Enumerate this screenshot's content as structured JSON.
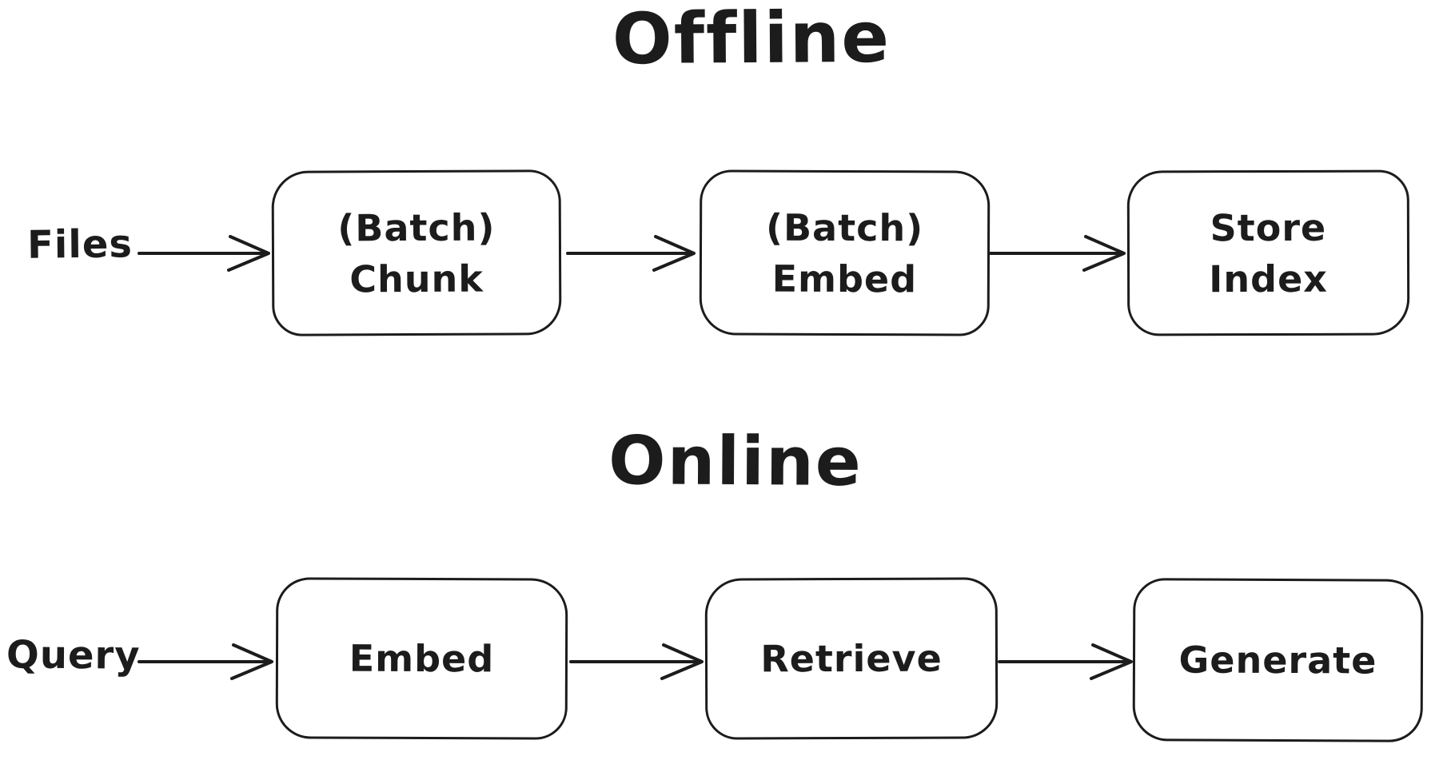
{
  "canvas": {
    "background_color": "#ffffff",
    "stroke_color": "#1c1c1c"
  },
  "offline": {
    "title": "Offline",
    "source_label": "Files",
    "nodes": [
      {
        "id": "batch-chunk",
        "label": "(Batch)\nChunk"
      },
      {
        "id": "batch-embed",
        "label": "(Batch)\nEmbed"
      },
      {
        "id": "store-index",
        "label": "Store\nIndex"
      }
    ]
  },
  "online": {
    "title": "Online",
    "source_label": "Query",
    "nodes": [
      {
        "id": "embed",
        "label": "Embed"
      },
      {
        "id": "retrieve",
        "label": "Retrieve"
      },
      {
        "id": "generate",
        "label": "Generate"
      }
    ]
  }
}
